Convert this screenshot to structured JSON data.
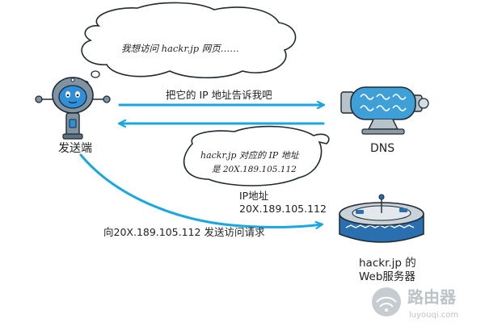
{
  "bubbles": {
    "top_thought": "我想访问 hackr.jp 网页……",
    "dns_reply_line1": "hackr.jp 对应的 IP 地址",
    "dns_reply_line2": "是 20X.189.105.112"
  },
  "nodes": {
    "sender_label": "发送端",
    "dns_label": "DNS",
    "web_label_line1": "hackr.jp 的",
    "web_label_line2": "Web服务器"
  },
  "arrows": {
    "ask_ip_label": "把它的 IP 地址告诉我吧",
    "ip_line1": "IP地址",
    "ip_line2": "20X.189.105.112",
    "send_request_label": "向20X.189.105.112 发送访问请求"
  },
  "watermark": {
    "brand": "路由器",
    "domain": "luyouqi.com"
  },
  "colors": {
    "arrow": "#1aa6e0",
    "robot_body": "#7f93a3",
    "robot_face": "#2f8fd8",
    "dns_cylinder": "#3fa0d8",
    "server_top": "#c9d2d8",
    "server_band": "#2a6fb0",
    "outline": "#1f2a33"
  }
}
